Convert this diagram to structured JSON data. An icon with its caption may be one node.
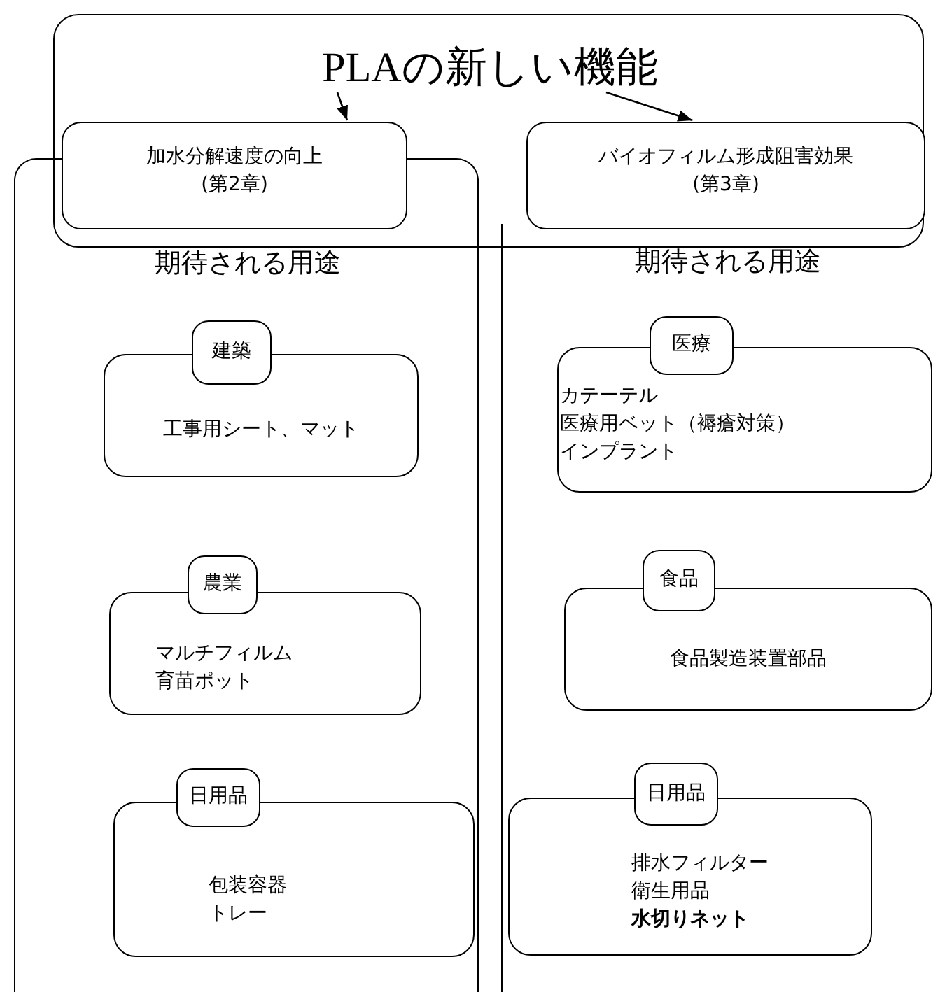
{
  "diagram": {
    "nodes": [
      {
        "text": [],
        "shape": "box"
      },
      {
        "text": [
          "PLAの新しい機能"
        ],
        "in": 0
      },
      {
        "text": [
          "加水分解速度の向上",
          "(第2章)"
        ],
        "in": 0
      },
      {
        "text": [
          "バイオフィルム形成阻害効果",
          "(第3章)"
        ],
        "in": 0
      },
      {
        "text": [
          "期待される用途"
        ]
      },
      {
        "text": [
          "期待される用途"
        ]
      },
      {
        "text": [
          "建築",
          "工事用シート、マット"
        ],
        "in": 4
      },
      {
        "text": [
          "農業",
          "マルチフィルム",
          "育苗ポット"
        ],
        "in": 4
      },
      {
        "text": [
          "日用品",
          "包装容器",
          "トレー"
        ],
        "in": 4
      },
      {
        "text": [
          "医療",
          "カテーテル",
          "医療用ベット（褥瘡対策）",
          "インプラント"
        ],
        "in": 5
      },
      {
        "text": [
          "食品",
          "食品製造装置部品"
        ],
        "in": 5
      },
      {
        "text": [
          "日用品",
          "排水フィルター",
          "衛生用品",
          "水切りネット"
        ],
        "in": 5
      }
    ],
    "edges": [
      {
        "from": 1,
        "to": 2,
        "arrow": "to"
      },
      {
        "from": 1,
        "to": 3,
        "arrow": "to"
      }
    ]
  }
}
